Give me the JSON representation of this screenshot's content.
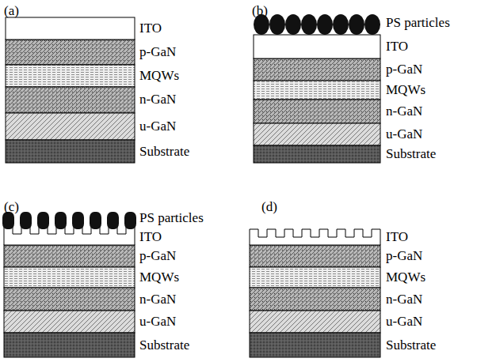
{
  "diagram": {
    "labels": [
      "(a)",
      "ITO",
      "p-GaN",
      "MQWs",
      "n-GaN",
      "u-GaN",
      "Substrate",
      "(b)",
      "PS particles",
      "ITO",
      "p-GaN",
      "MQWs",
      "n-GaN",
      "u-GaN",
      "Substrate",
      "(c)",
      "PS particles",
      "ITO",
      "p-GaN",
      "MQWs",
      "n-GaN",
      "u-GaN",
      "Substrate",
      "(d)",
      "ITO",
      "p-GaN",
      "MQWs",
      "n-GaN",
      "u-GaN",
      "Substrate"
    ]
  }
}
